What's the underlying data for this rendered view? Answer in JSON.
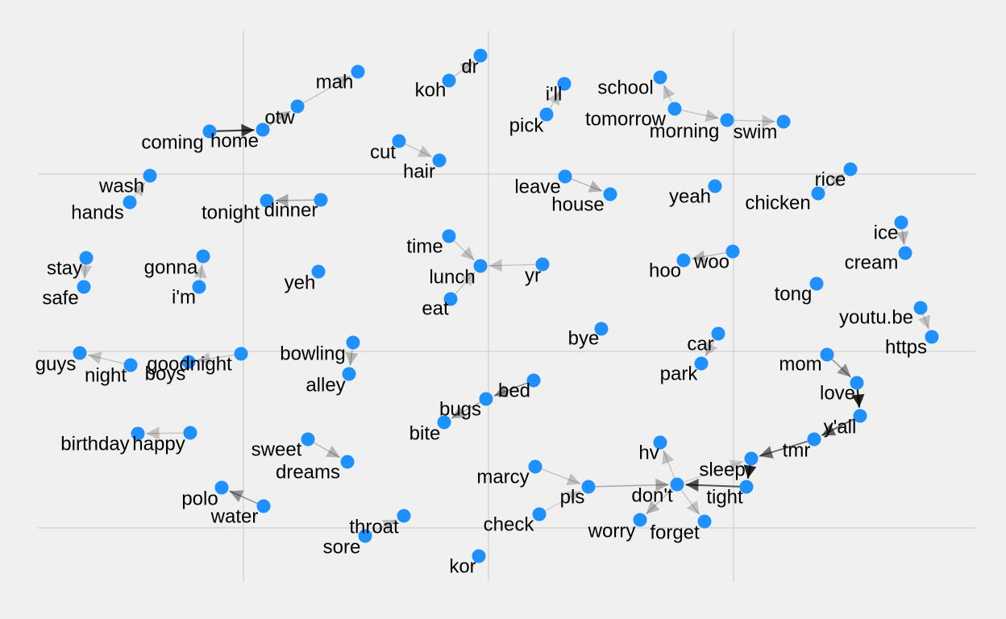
{
  "colors": {
    "background": "#f0f0f0",
    "grid": "#d6d6d6",
    "node": "#1e90ff",
    "label": "#000000",
    "edge": "#000000"
  },
  "nodes": [
    {
      "id": "dr",
      "label": "dr"
    },
    {
      "id": "mah",
      "label": "mah"
    },
    {
      "id": "koh",
      "label": "koh"
    },
    {
      "id": "ill",
      "label": "i'll"
    },
    {
      "id": "school",
      "label": "school"
    },
    {
      "id": "otw",
      "label": "otw"
    },
    {
      "id": "pick",
      "label": "pick"
    },
    {
      "id": "tomorrow",
      "label": "tomorrow"
    },
    {
      "id": "coming",
      "label": "coming"
    },
    {
      "id": "home",
      "label": "home"
    },
    {
      "id": "morning",
      "label": "morning"
    },
    {
      "id": "swim",
      "label": "swim"
    },
    {
      "id": "cut",
      "label": "cut"
    },
    {
      "id": "hair",
      "label": "hair"
    },
    {
      "id": "rice",
      "label": "rice"
    },
    {
      "id": "wash",
      "label": "wash"
    },
    {
      "id": "leave",
      "label": "leave"
    },
    {
      "id": "house",
      "label": "house"
    },
    {
      "id": "yeah",
      "label": "yeah"
    },
    {
      "id": "chicken",
      "label": "chicken"
    },
    {
      "id": "hands",
      "label": "hands"
    },
    {
      "id": "tonight",
      "label": "tonight"
    },
    {
      "id": "dinner",
      "label": "dinner"
    },
    {
      "id": "ice",
      "label": "ice"
    },
    {
      "id": "time",
      "label": "time"
    },
    {
      "id": "stay",
      "label": "stay"
    },
    {
      "id": "gonna",
      "label": "gonna"
    },
    {
      "id": "woo",
      "label": "woo"
    },
    {
      "id": "cream",
      "label": "cream"
    },
    {
      "id": "lunch",
      "label": "lunch"
    },
    {
      "id": "yr",
      "label": "yr"
    },
    {
      "id": "hoo",
      "label": "hoo"
    },
    {
      "id": "yeh",
      "label": "yeh"
    },
    {
      "id": "safe",
      "label": "safe"
    },
    {
      "id": "im",
      "label": "i'm"
    },
    {
      "id": "tong",
      "label": "tong"
    },
    {
      "id": "eat",
      "label": "eat"
    },
    {
      "id": "youtube",
      "label": "youtu.be"
    },
    {
      "id": "bye",
      "label": "bye"
    },
    {
      "id": "https",
      "label": "https"
    },
    {
      "id": "car",
      "label": "car"
    },
    {
      "id": "bowling",
      "label": "bowling"
    },
    {
      "id": "guys",
      "label": "guys"
    },
    {
      "id": "goodnight",
      "label": "goodnight"
    },
    {
      "id": "mom",
      "label": "mom"
    },
    {
      "id": "night",
      "label": "night"
    },
    {
      "id": "boys",
      "label": "boys"
    },
    {
      "id": "park",
      "label": "park"
    },
    {
      "id": "alley",
      "label": "alley"
    },
    {
      "id": "bed",
      "label": "bed"
    },
    {
      "id": "love",
      "label": "love"
    },
    {
      "id": "bugs",
      "label": "bugs"
    },
    {
      "id": "yall",
      "label": "y'all"
    },
    {
      "id": "bite",
      "label": "bite"
    },
    {
      "id": "birthday",
      "label": "birthday"
    },
    {
      "id": "happy",
      "label": "happy"
    },
    {
      "id": "hv",
      "label": "hv"
    },
    {
      "id": "sweet",
      "label": "sweet"
    },
    {
      "id": "tmr",
      "label": "tmr"
    },
    {
      "id": "sleep",
      "label": "sleep"
    },
    {
      "id": "dreams",
      "label": "dreams"
    },
    {
      "id": "marcy",
      "label": "marcy"
    },
    {
      "id": "dont",
      "label": "don't"
    },
    {
      "id": "pls",
      "label": "pls"
    },
    {
      "id": "polo",
      "label": "polo"
    },
    {
      "id": "tight",
      "label": "tight"
    },
    {
      "id": "water",
      "label": "water"
    },
    {
      "id": "throat",
      "label": "throat"
    },
    {
      "id": "check",
      "label": "check"
    },
    {
      "id": "forget",
      "label": "forget"
    },
    {
      "id": "worry",
      "label": "worry"
    },
    {
      "id": "sore",
      "label": "sore"
    },
    {
      "id": "kor",
      "label": "kor"
    }
  ],
  "edges": [
    {
      "from": "koh",
      "to": "dr",
      "strength": 0.2
    },
    {
      "from": "otw",
      "to": "mah",
      "strength": 0.2
    },
    {
      "from": "coming",
      "to": "home",
      "strength": 0.75
    },
    {
      "from": "home",
      "to": "otw",
      "strength": 0.25
    },
    {
      "from": "pick",
      "to": "ill",
      "strength": 0.2
    },
    {
      "from": "tomorrow",
      "to": "school",
      "strength": 0.2
    },
    {
      "from": "tomorrow",
      "to": "morning",
      "strength": 0.2
    },
    {
      "from": "morning",
      "to": "swim",
      "strength": 0.2
    },
    {
      "from": "cut",
      "to": "hair",
      "strength": 0.2
    },
    {
      "from": "leave",
      "to": "house",
      "strength": 0.25
    },
    {
      "from": "chicken",
      "to": "rice",
      "strength": 0.2
    },
    {
      "from": "hands",
      "to": "wash",
      "strength": 0.2
    },
    {
      "from": "dinner",
      "to": "tonight",
      "strength": 0.3
    },
    {
      "from": "ice",
      "to": "cream",
      "strength": 0.25
    },
    {
      "from": "stay",
      "to": "safe",
      "strength": 0.2
    },
    {
      "from": "im",
      "to": "gonna",
      "strength": 0.2
    },
    {
      "from": "time",
      "to": "lunch",
      "strength": 0.2
    },
    {
      "from": "yr",
      "to": "lunch",
      "strength": 0.2
    },
    {
      "from": "eat",
      "to": "lunch",
      "strength": 0.2
    },
    {
      "from": "woo",
      "to": "hoo",
      "strength": 0.25
    },
    {
      "from": "youtube",
      "to": "https",
      "strength": 0.2
    },
    {
      "from": "goodnight",
      "to": "boys",
      "strength": 0.2
    },
    {
      "from": "night",
      "to": "guys",
      "strength": 0.2
    },
    {
      "from": "car",
      "to": "park",
      "strength": 0.2
    },
    {
      "from": "bowling",
      "to": "alley",
      "strength": 0.25
    },
    {
      "from": "mom",
      "to": "love",
      "strength": 0.4
    },
    {
      "from": "love",
      "to": "yall",
      "strength": 0.85
    },
    {
      "from": "yall",
      "to": "tmr",
      "strength": 0.6
    },
    {
      "from": "tmr",
      "to": "sleep",
      "strength": 0.55
    },
    {
      "from": "bed",
      "to": "bugs",
      "strength": 0.4
    },
    {
      "from": "bugs",
      "to": "bite",
      "strength": 0.3
    },
    {
      "from": "happy",
      "to": "birthday",
      "strength": 0.2
    },
    {
      "from": "sweet",
      "to": "dreams",
      "strength": 0.25
    },
    {
      "from": "sleep",
      "to": "tight",
      "strength": 0.85
    },
    {
      "from": "tight",
      "to": "dont",
      "strength": 0.65
    },
    {
      "from": "marcy",
      "to": "pls",
      "strength": 0.2
    },
    {
      "from": "pls",
      "to": "dont",
      "strength": 0.3
    },
    {
      "from": "dont",
      "to": "hv",
      "strength": 0.2
    },
    {
      "from": "dont",
      "to": "forget",
      "strength": 0.2
    },
    {
      "from": "dont",
      "to": "worry",
      "strength": 0.25
    },
    {
      "from": "dont",
      "to": "sleep",
      "strength": 0.15
    },
    {
      "from": "water",
      "to": "polo",
      "strength": 0.4
    },
    {
      "from": "check",
      "to": "pls",
      "strength": 0.15
    },
    {
      "from": "sore",
      "to": "throat",
      "strength": 0.2
    }
  ]
}
